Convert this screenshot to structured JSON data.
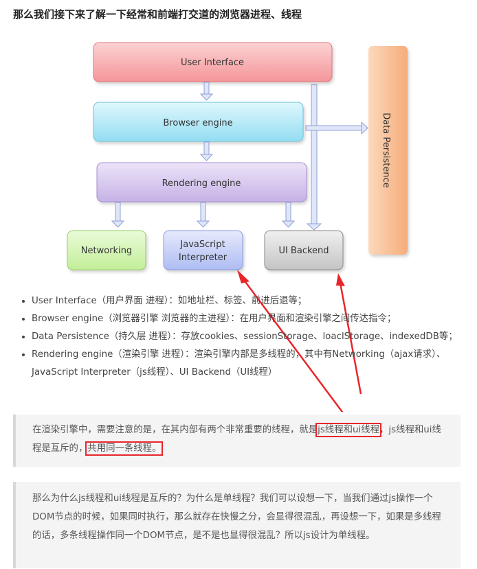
{
  "heading": "那么我们接下来了解一下经常和前端打交道的浏览器进程、线程",
  "diagram": {
    "user_interface": "User  Interface",
    "browser_engine": "Browser engine",
    "rendering_engine": "Rendering engine",
    "networking": "Networking",
    "js_interpreter_line1": "JavaScript",
    "js_interpreter_line2": "Interpreter",
    "ui_backend": "UI Backend",
    "data_persistence": "Data Persistence",
    "colors": {
      "user_interface": "#f8a8ab",
      "browser_engine": "#aee8f6",
      "rendering_engine": "#d8c8ee",
      "networking": "#d4f4b4",
      "js_interpreter": "#c6cff6",
      "ui_backend": "#d6d6d6",
      "data_persistence": "#f9c097",
      "highlight": "#e8262a"
    }
  },
  "bullets": [
    "User Interface（用户界面 进程）：如地址栏、标签、前进后退等；",
    "Browser engine（浏览器引擎 浏览器的主进程）：在用户界面和渲染引擎之间传达指令；",
    "Data Persistence（持久层 进程）：存放cookies、sessionStorage、loaclStorage、indexedDB等；",
    "Rendering engine（渲染引擎 进程）：渲染引擎内部是多线程的，其中有Networking（ajax请求）、JavaScript Interpreter（js线程）、UI Backend（UI线程）"
  ],
  "quote1": {
    "part1": "在渲染引擎中，需要注意的是，在其内部有两个非常重要的线程，就是",
    "highlight1": "js线程和ui线程",
    "part2": "，js线程和ui线程是互斥的，",
    "highlight2": "共用同一条线程。"
  },
  "quote2": "那么为什么js线程和ui线程是互斥的？为什么是单线程？我们可以设想一下，当我们通过js操作一个DOM节点的时候，如果同时执行，那么就存在快慢之分，会显得很混乱，再设想一下，如果是多线程的话，多条线程操作同一个DOM节点，是不是也显得很混乱？所以js设计为单线程。"
}
